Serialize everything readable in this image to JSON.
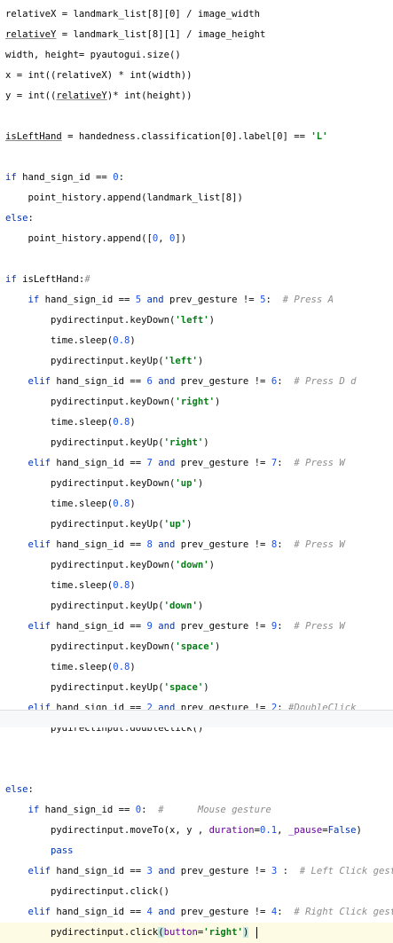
{
  "editor": {
    "lines": [
      [
        {
          "t": "relativeX = landmark_list[8][0] / image_width"
        }
      ],
      [
        {
          "t": "relativeY",
          "c": "ul"
        },
        {
          "t": " = landmark_list[8][1] / image_height"
        }
      ],
      [
        {
          "t": "width, height= pyautogui.size()"
        }
      ],
      [
        {
          "t": "x = int((relativeX) * int(width))"
        }
      ],
      [
        {
          "t": "y = int(("
        },
        {
          "t": "relativeY",
          "c": "ul"
        },
        {
          "t": ")* int(height))"
        }
      ],
      [],
      [
        {
          "t": "isLeftHand",
          "c": "ul"
        },
        {
          "t": " = handedness.classification[0].label[0] == "
        },
        {
          "t": "'L'",
          "c": "str"
        }
      ],
      [],
      [
        {
          "t": "if",
          "c": "kw"
        },
        {
          "t": " hand_sign_id == "
        },
        {
          "t": "0",
          "c": "num"
        },
        {
          "t": ":"
        }
      ],
      [
        {
          "t": "    point_history.append(landmark_list[8])"
        }
      ],
      [
        {
          "t": "else",
          "c": "kw"
        },
        {
          "t": ":"
        }
      ],
      [
        {
          "t": "    point_history.append(["
        },
        {
          "t": "0",
          "c": "num"
        },
        {
          "t": ", "
        },
        {
          "t": "0",
          "c": "num"
        },
        {
          "t": "])"
        }
      ],
      [],
      [
        {
          "t": "if",
          "c": "kw"
        },
        {
          "t": " isLeftHand:"
        },
        {
          "t": "#",
          "c": "cmt"
        }
      ],
      [
        {
          "t": "    "
        },
        {
          "t": "if",
          "c": "kw"
        },
        {
          "t": " hand_sign_id == "
        },
        {
          "t": "5",
          "c": "num"
        },
        {
          "t": " "
        },
        {
          "t": "and",
          "c": "kw"
        },
        {
          "t": " prev_gesture != "
        },
        {
          "t": "5",
          "c": "num"
        },
        {
          "t": ":  "
        },
        {
          "t": "# Press A",
          "c": "cmt"
        }
      ],
      [
        {
          "t": "        pydirectinput.keyDown("
        },
        {
          "t": "'left'",
          "c": "str"
        },
        {
          "t": ")"
        }
      ],
      [
        {
          "t": "        time.sleep("
        },
        {
          "t": "0.8",
          "c": "num"
        },
        {
          "t": ")"
        }
      ],
      [
        {
          "t": "        pydirectinput.keyUp("
        },
        {
          "t": "'left'",
          "c": "str"
        },
        {
          "t": ")"
        }
      ],
      [
        {
          "t": "    "
        },
        {
          "t": "elif",
          "c": "kw"
        },
        {
          "t": " hand_sign_id == "
        },
        {
          "t": "6",
          "c": "num"
        },
        {
          "t": " "
        },
        {
          "t": "and",
          "c": "kw"
        },
        {
          "t": " prev_gesture != "
        },
        {
          "t": "6",
          "c": "num"
        },
        {
          "t": ":  "
        },
        {
          "t": "# Press D d",
          "c": "cmt"
        }
      ],
      [
        {
          "t": "        pydirectinput.keyDown("
        },
        {
          "t": "'right'",
          "c": "str"
        },
        {
          "t": ")"
        }
      ],
      [
        {
          "t": "        time.sleep("
        },
        {
          "t": "0.8",
          "c": "num"
        },
        {
          "t": ")"
        }
      ],
      [
        {
          "t": "        pydirectinput.keyUp("
        },
        {
          "t": "'right'",
          "c": "str"
        },
        {
          "t": ")"
        }
      ],
      [
        {
          "t": "    "
        },
        {
          "t": "elif",
          "c": "kw"
        },
        {
          "t": " hand_sign_id == "
        },
        {
          "t": "7",
          "c": "num"
        },
        {
          "t": " "
        },
        {
          "t": "and",
          "c": "kw"
        },
        {
          "t": " prev_gesture != "
        },
        {
          "t": "7",
          "c": "num"
        },
        {
          "t": ":  "
        },
        {
          "t": "# Press W",
          "c": "cmt"
        }
      ],
      [
        {
          "t": "        pydirectinput.keyDown("
        },
        {
          "t": "'up'",
          "c": "str"
        },
        {
          "t": ")"
        }
      ],
      [
        {
          "t": "        time.sleep("
        },
        {
          "t": "0.8",
          "c": "num"
        },
        {
          "t": ")"
        }
      ],
      [
        {
          "t": "        pydirectinput.keyUp("
        },
        {
          "t": "'up'",
          "c": "str"
        },
        {
          "t": ")"
        }
      ],
      [
        {
          "t": "    "
        },
        {
          "t": "elif",
          "c": "kw"
        },
        {
          "t": " hand_sign_id == "
        },
        {
          "t": "8",
          "c": "num"
        },
        {
          "t": " "
        },
        {
          "t": "and",
          "c": "kw"
        },
        {
          "t": " prev_gesture != "
        },
        {
          "t": "8",
          "c": "num"
        },
        {
          "t": ":  "
        },
        {
          "t": "# Press W",
          "c": "cmt"
        }
      ],
      [
        {
          "t": "        pydirectinput.keyDown("
        },
        {
          "t": "'down'",
          "c": "str"
        },
        {
          "t": ")"
        }
      ],
      [
        {
          "t": "        time.sleep("
        },
        {
          "t": "0.8",
          "c": "num"
        },
        {
          "t": ")"
        }
      ],
      [
        {
          "t": "        pydirectinput.keyUp("
        },
        {
          "t": "'down'",
          "c": "str"
        },
        {
          "t": ")"
        }
      ],
      [
        {
          "t": "    "
        },
        {
          "t": "elif",
          "c": "kw"
        },
        {
          "t": " hand_sign_id == "
        },
        {
          "t": "9",
          "c": "num"
        },
        {
          "t": " "
        },
        {
          "t": "and",
          "c": "kw"
        },
        {
          "t": " prev_gesture != "
        },
        {
          "t": "9",
          "c": "num"
        },
        {
          "t": ":  "
        },
        {
          "t": "# Press W",
          "c": "cmt"
        }
      ],
      [
        {
          "t": "        pydirectinput.keyDown("
        },
        {
          "t": "'space'",
          "c": "str"
        },
        {
          "t": ")"
        }
      ],
      [
        {
          "t": "        time.sleep("
        },
        {
          "t": "0.8",
          "c": "num"
        },
        {
          "t": ")"
        }
      ],
      [
        {
          "t": "        pydirectinput.keyUp("
        },
        {
          "t": "'space'",
          "c": "str"
        },
        {
          "t": ")"
        }
      ],
      [
        {
          "t": "    "
        },
        {
          "t": "elif",
          "c": "kw"
        },
        {
          "t": " hand_sign_id == "
        },
        {
          "t": "2",
          "c": "num"
        },
        {
          "t": " "
        },
        {
          "t": "and",
          "c": "kw"
        },
        {
          "t": " prev_gesture != "
        },
        {
          "t": "2",
          "c": "num"
        },
        {
          "t": ": "
        },
        {
          "t": "#DoubleClick",
          "c": "cmtu"
        }
      ],
      [
        {
          "t": "        pydirectinput.doubleClick()"
        }
      ],
      [],
      [],
      [
        {
          "t": "else",
          "c": "kw"
        },
        {
          "t": ":"
        }
      ],
      [
        {
          "t": "    "
        },
        {
          "t": "if",
          "c": "kw"
        },
        {
          "t": " hand_sign_id == "
        },
        {
          "t": "0",
          "c": "num"
        },
        {
          "t": ":  "
        },
        {
          "t": "#      Mouse gesture",
          "c": "cmt"
        }
      ],
      [
        {
          "t": "        pydirectinput.moveTo(x, y , "
        },
        {
          "t": "duration",
          "c": "prm"
        },
        {
          "t": "="
        },
        {
          "t": "0.1",
          "c": "num"
        },
        {
          "t": ", "
        },
        {
          "t": "_pause",
          "c": "prm"
        },
        {
          "t": "="
        },
        {
          "t": "False",
          "c": "kw"
        },
        {
          "t": ")"
        }
      ],
      [
        {
          "t": "        "
        },
        {
          "t": "pass",
          "c": "kw"
        }
      ],
      [
        {
          "t": "    "
        },
        {
          "t": "elif",
          "c": "kw"
        },
        {
          "t": " hand_sign_id == "
        },
        {
          "t": "3",
          "c": "num"
        },
        {
          "t": " "
        },
        {
          "t": "and",
          "c": "kw"
        },
        {
          "t": " prev_gesture != "
        },
        {
          "t": "3",
          "c": "num"
        },
        {
          "t": " :  "
        },
        {
          "t": "# Left Click gesture",
          "c": "cmt"
        }
      ],
      [
        {
          "t": "        pydirectinput.click()"
        }
      ],
      [
        {
          "t": "    "
        },
        {
          "t": "elif",
          "c": "kw"
        },
        {
          "t": " hand_sign_id == "
        },
        {
          "t": "4",
          "c": "num"
        },
        {
          "t": " "
        },
        {
          "t": "and",
          "c": "kw"
        },
        {
          "t": " prev_gesture != "
        },
        {
          "t": "4",
          "c": "num"
        },
        {
          "t": ":  "
        },
        {
          "t": "# Right Click gesture",
          "c": "cmt"
        }
      ],
      [
        {
          "t": "        pydirectinput.click"
        },
        {
          "t": "(",
          "c": "hl"
        },
        {
          "t": "button",
          "c": "prm"
        },
        {
          "t": "="
        },
        {
          "t": "'right'",
          "c": "str"
        },
        {
          "t": ")",
          "c": "hl"
        },
        {
          "t": " "
        }
      ]
    ],
    "current_line": 45,
    "colors": {
      "background": "#ffffff",
      "current_line": "#fefbe5",
      "keyword": "#0033b3",
      "number": "#1750eb",
      "string": "#067d17",
      "comment": "#8c8c8c",
      "parameter": "#660099",
      "text": "#080808"
    }
  }
}
